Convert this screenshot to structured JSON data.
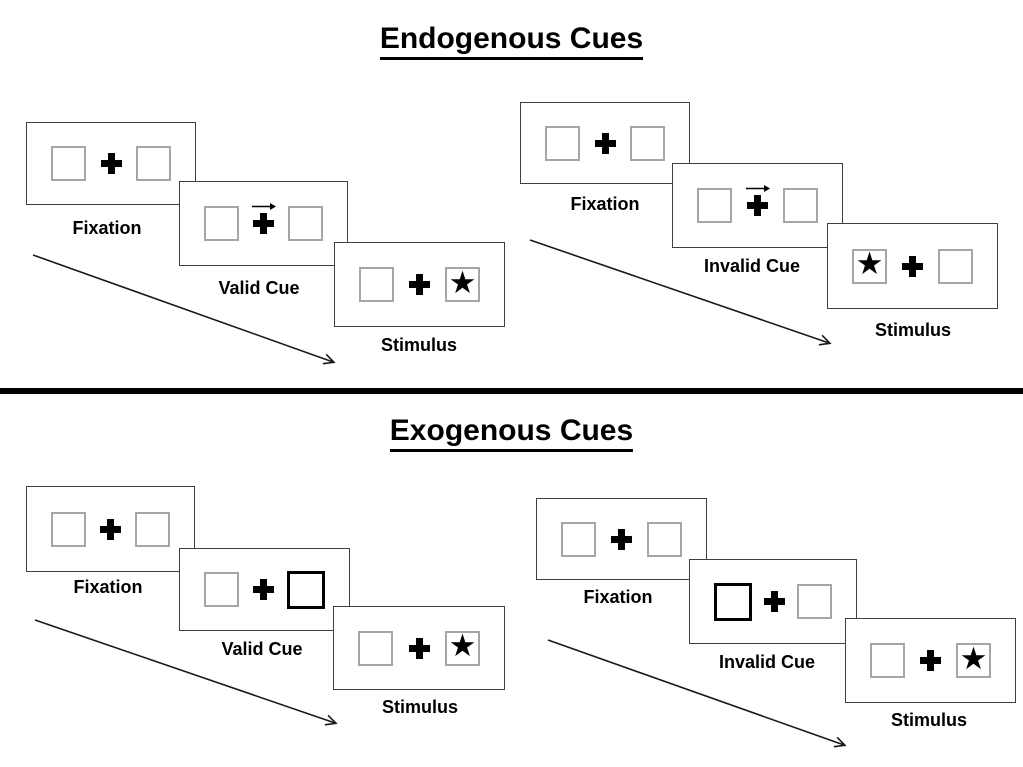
{
  "diagram": {
    "description": "Posner spatial cueing task: endogenous vs exogenous cue trial sequences",
    "glyphs": {
      "star": "★"
    },
    "colors": {
      "background": "#ffffff",
      "panel_border": "#3f3f3f",
      "square_border": "#a6a6a6",
      "cue_highlight_border": "#000000",
      "ink": "#000000"
    },
    "sections": [
      {
        "title": "Endogenous Cues",
        "trials": [
          {
            "name": "valid",
            "fixation_label": "Fixation",
            "cue_label": "Valid Cue",
            "stimulus_label": "Stimulus",
            "cue_feature": "central arrow pointing right above fixation cross",
            "star_side": "right"
          },
          {
            "name": "invalid",
            "fixation_label": "Fixation",
            "cue_label": "Invalid Cue",
            "stimulus_label": "Stimulus",
            "cue_feature": "central arrow pointing right above fixation cross",
            "star_side": "left"
          }
        ]
      },
      {
        "title": "Exogenous Cues",
        "trials": [
          {
            "name": "valid",
            "fixation_label": "Fixation",
            "cue_label": "Valid Cue",
            "stimulus_label": "Stimulus",
            "cue_feature": "right box outlined thick black",
            "star_side": "right"
          },
          {
            "name": "invalid",
            "fixation_label": "Fixation",
            "cue_label": "Invalid Cue",
            "stimulus_label": "Stimulus",
            "cue_feature": "left box outlined thick black",
            "star_side": "right"
          }
        ]
      }
    ]
  }
}
